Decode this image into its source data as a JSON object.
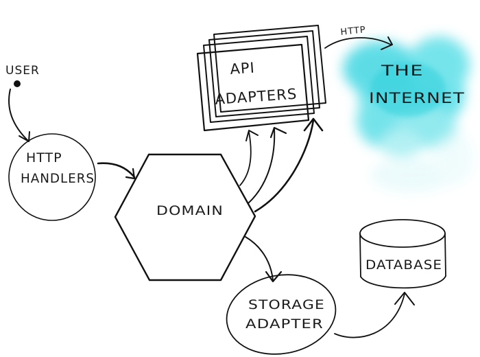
{
  "diagram": {
    "type": "hexagonal-architecture-sketch",
    "nodes": {
      "user": {
        "label": "USER",
        "shape": "dot"
      },
      "http_handlers": {
        "label_line1": "HTTP",
        "label_line2": "HANDLERS",
        "shape": "circle"
      },
      "domain": {
        "label": "DOMAIN",
        "shape": "hexagon"
      },
      "api_adapters": {
        "label_line1": "API",
        "label_line2": "ADAPTERS",
        "shape": "stacked-rectangles",
        "stack_count": 4
      },
      "internet": {
        "label_line1": "THE",
        "label_line2": "INTERNET",
        "shape": "cloud",
        "color": "#3fd6e0"
      },
      "storage_adapter": {
        "label_line1": "STORAGE",
        "label_line2": "ADAPTER",
        "shape": "ellipse"
      },
      "database": {
        "label": "DATABASE",
        "shape": "cylinder"
      }
    },
    "edges": [
      {
        "from": "user",
        "to": "http_handlers",
        "label": ""
      },
      {
        "from": "http_handlers",
        "to": "domain",
        "label": ""
      },
      {
        "from": "domain",
        "to": "api_adapters",
        "label": "",
        "count": 3
      },
      {
        "from": "api_adapters",
        "to": "internet",
        "label": "HTTP"
      },
      {
        "from": "domain",
        "to": "storage_adapter",
        "label": ""
      },
      {
        "from": "storage_adapter",
        "to": "database",
        "label": ""
      }
    ]
  }
}
